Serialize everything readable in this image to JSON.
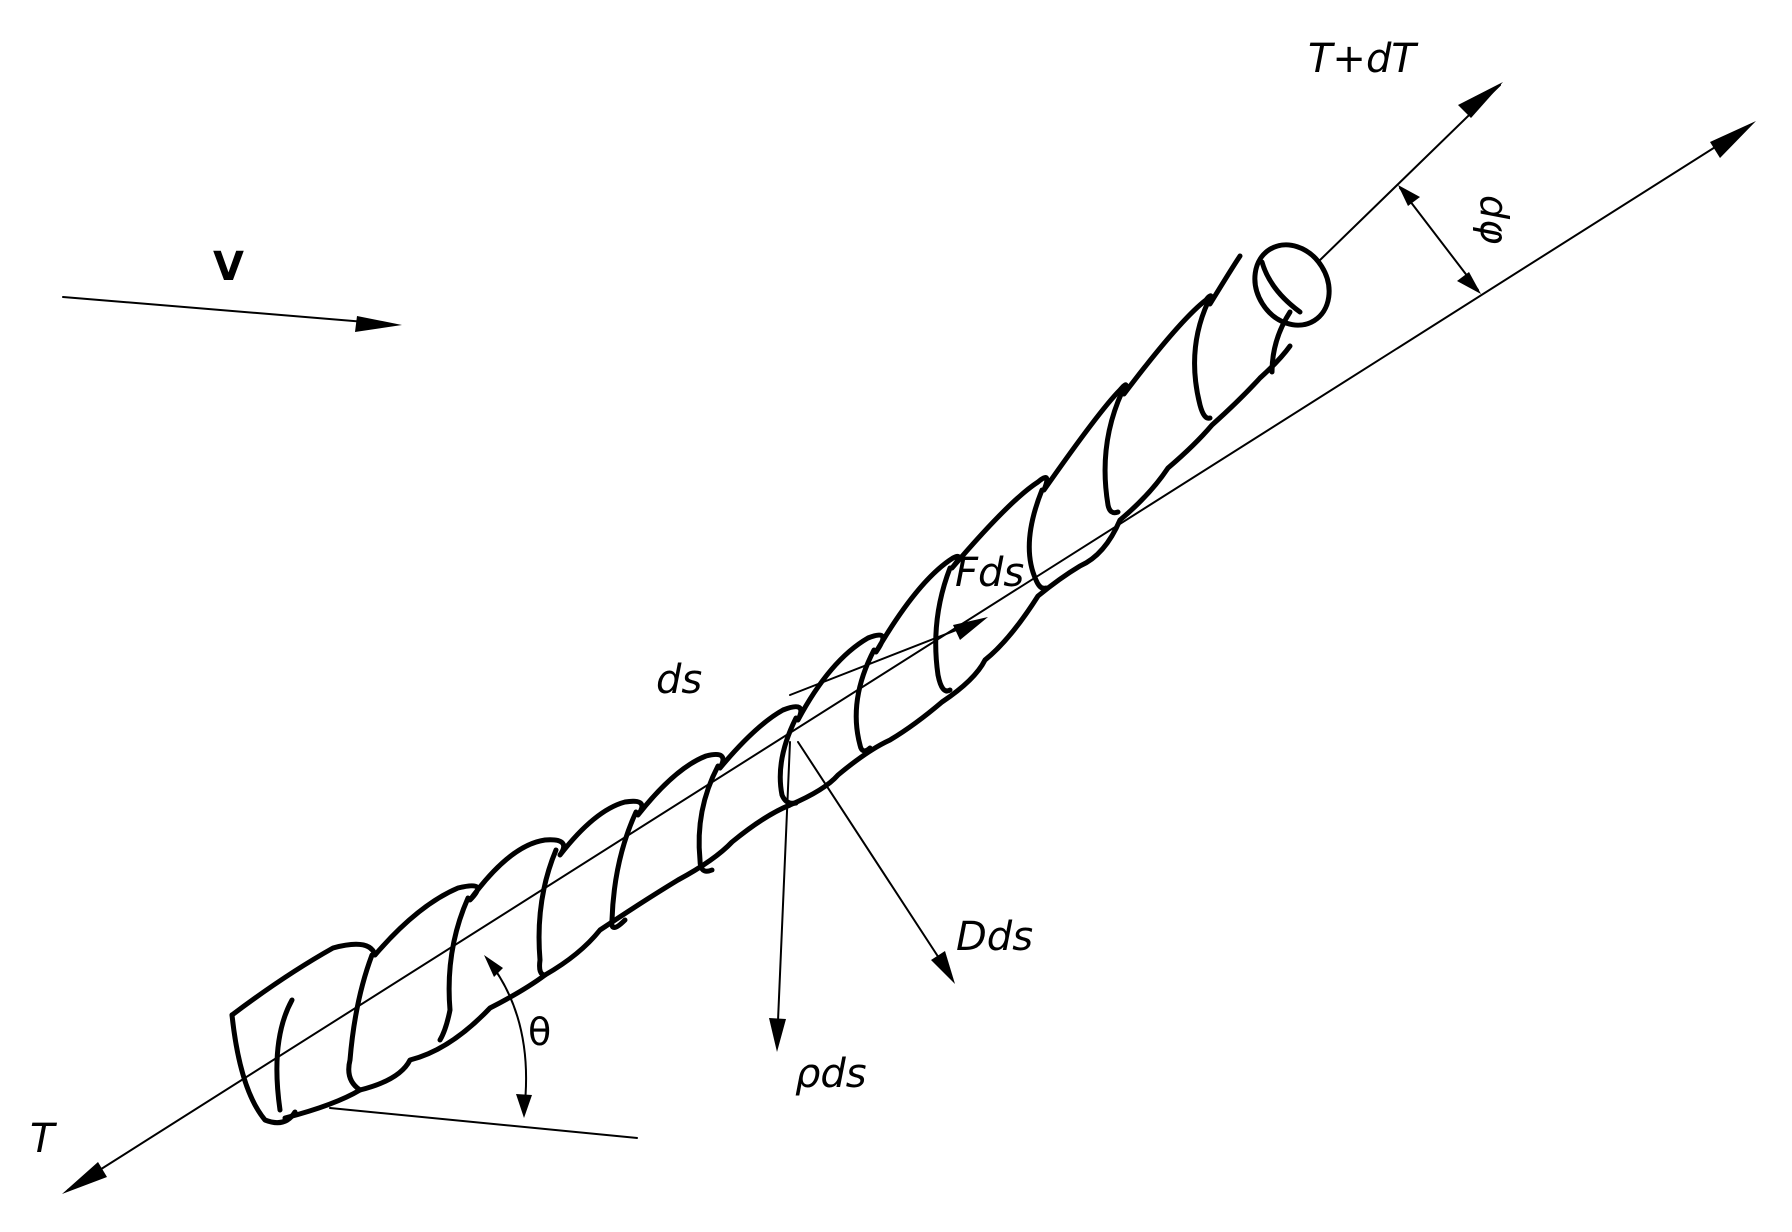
{
  "labels": {
    "velocity": "V",
    "tension_end": "T+dT",
    "tension_start": "T",
    "angle_increment": "dφ",
    "angle": "θ",
    "element": "ds",
    "lift_force": "Fds",
    "drag_force": "Dds",
    "weight_force": "ρds"
  }
}
